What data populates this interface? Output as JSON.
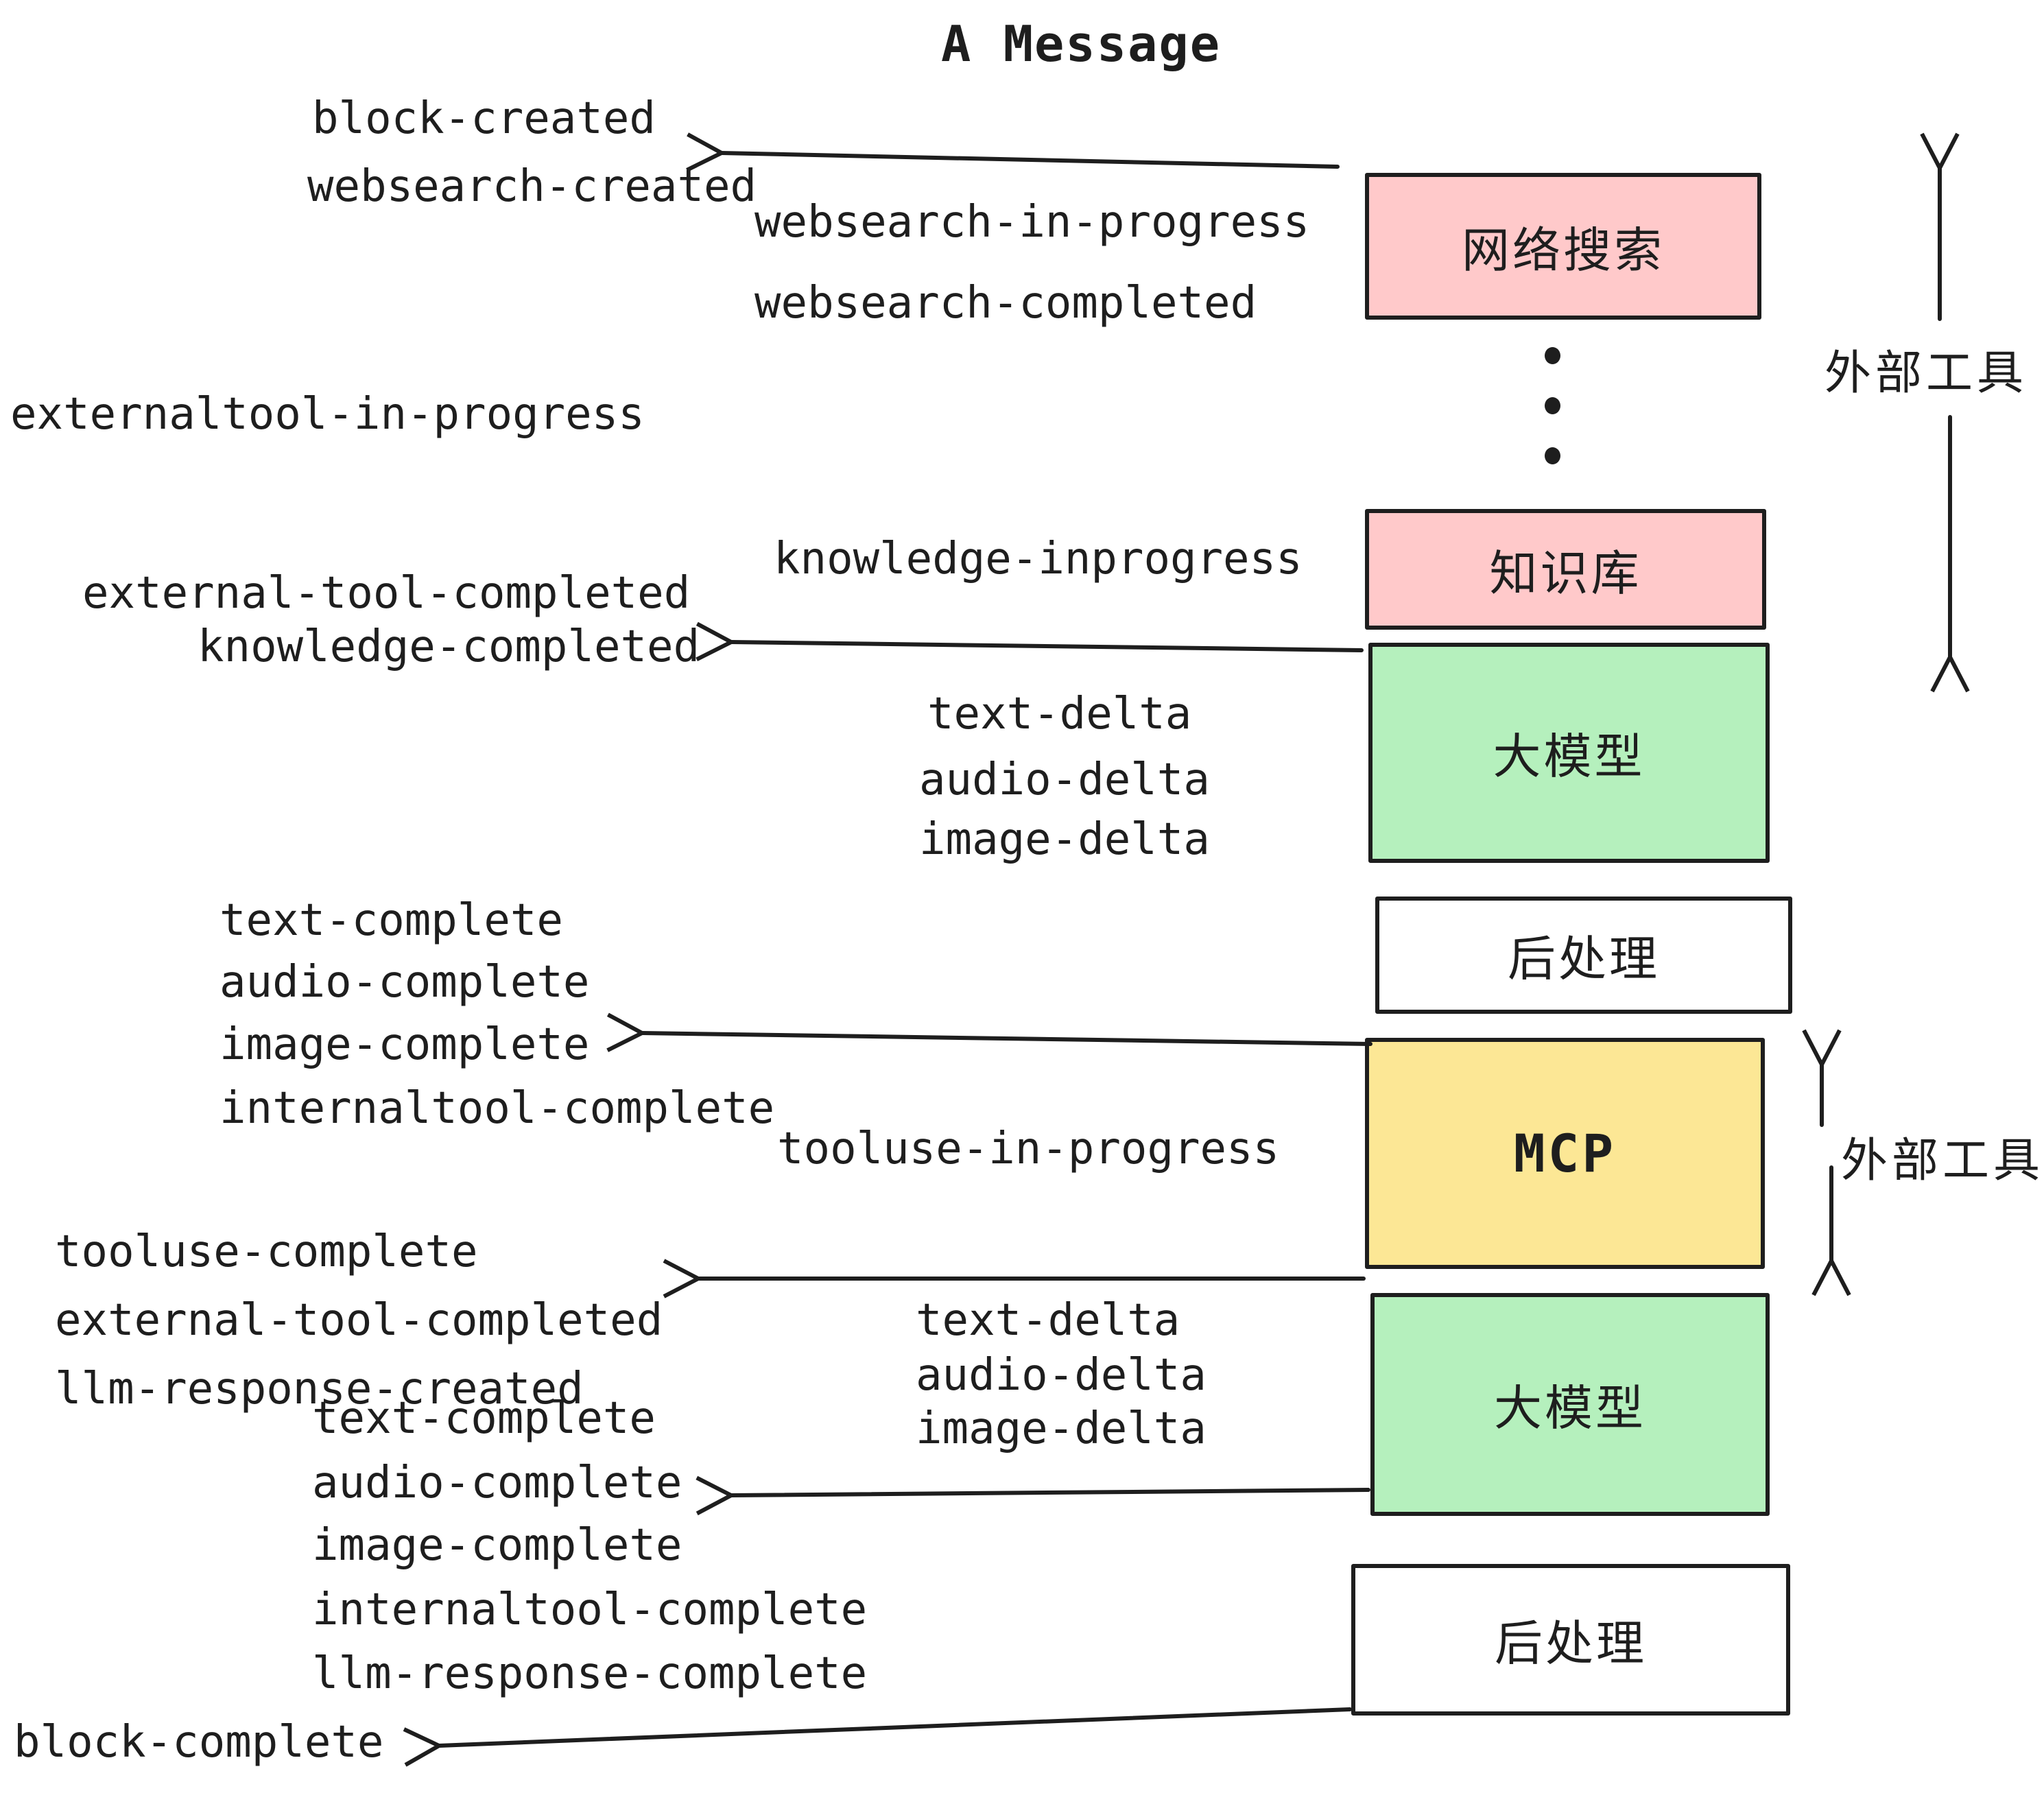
{
  "title": "A Message",
  "colors": {
    "ink": "#1e1e1e",
    "pink": "#ffc9ca",
    "green": "#b5f0bd",
    "yellow": "#fce795",
    "white": "#ffffff"
  },
  "boxes": {
    "websearch": {
      "label": "网络搜索",
      "fill": "#ffc9ca"
    },
    "knowledge": {
      "label": "知识库",
      "fill": "#ffc9ca"
    },
    "llm_1": {
      "label": "大模型",
      "fill": "#b5f0bd"
    },
    "post_1": {
      "label": "后处理",
      "fill": "#ffffff"
    },
    "mcp": {
      "label": "MCP",
      "fill": "#fce795"
    },
    "llm_2": {
      "label": "大模型",
      "fill": "#b5f0bd"
    },
    "post_2": {
      "label": "后处理",
      "fill": "#ffffff"
    }
  },
  "side_labels": {
    "external_tools_1": "外部工具",
    "external_tools_2": "外部工具"
  },
  "events": {
    "block_created": "block-created",
    "websearch_created": "websearch-created",
    "websearch_in_progress": "websearch-in-progress",
    "websearch_completed": "websearch-completed",
    "externaltool_in_progress": "externaltool-in-progress",
    "knowledge_inprogress": "knowledge-inprogress",
    "external_tool_completed_1": "external-tool-completed",
    "knowledge_completed": "knowledge-completed",
    "text_delta_1": "text-delta",
    "audio_delta_1": "audio-delta",
    "image_delta_1": "image-delta",
    "text_complete_1": "text-complete",
    "audio_complete_1": "audio-complete",
    "image_complete_1": "image-complete",
    "internaltool_complete_1": "internaltool-complete",
    "tooluse_in_progress": "tooluse-in-progress",
    "tooluse_complete": "tooluse-complete",
    "external_tool_completed_2": "external-tool-completed",
    "llm_response_created": "llm-response-created",
    "text_delta_2": "text-delta",
    "audio_delta_2": "audio-delta",
    "image_delta_2": "image-delta",
    "text_complete_2": "text-complete",
    "audio_complete_2": "audio-complete",
    "image_complete_2": "image-complete",
    "internaltool_complete_2": "internaltool-complete",
    "llm_response_complete": "llm-response-complete",
    "block_complete": "block-complete"
  }
}
